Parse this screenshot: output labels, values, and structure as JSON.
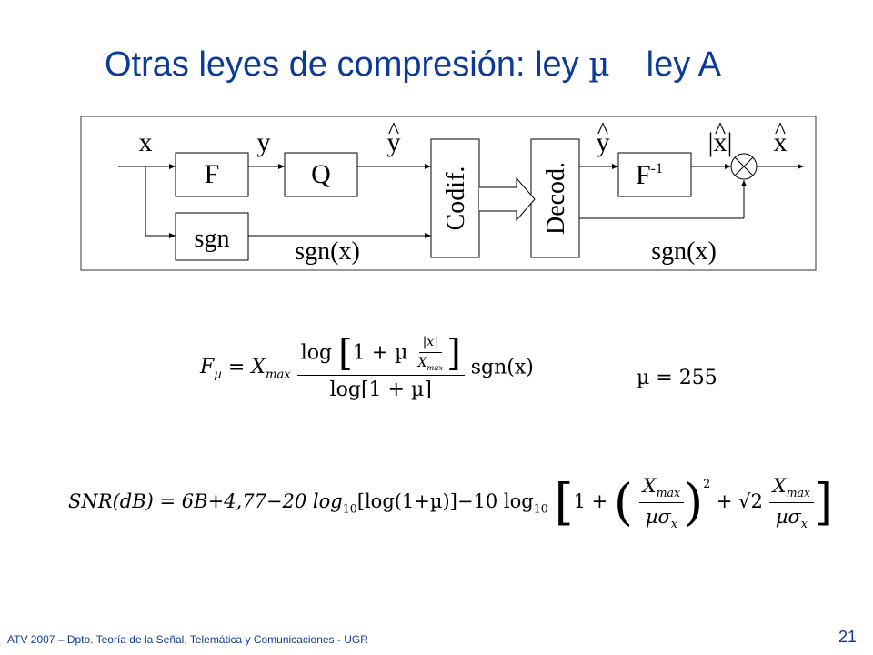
{
  "slide": {
    "title_main": "Otras leyes de compresión: ley ",
    "title_mu": "µ",
    "title_tail": "ley A",
    "footer": "ATV 2007 – Dpto. Teoría de la Señal, Telemática y Comunicaciones - UGR",
    "page_number": "21"
  },
  "diagram": {
    "blocks": {
      "f": "F",
      "q": "Q",
      "sgn": "sgn",
      "codif": "Codif.",
      "decod": "Decod.",
      "finv": "F",
      "finv_sup": "-1"
    },
    "signals": {
      "x": "x",
      "y": "y",
      "yhat": "y",
      "yhat2": "y",
      "absx": "|x|",
      "xhat": "x",
      "sgnx_left": "sgn(x)",
      "sgnx_right": "sgn(x)",
      "hat": "^"
    }
  },
  "formula1": {
    "lhs_f": "F",
    "lhs_sub": "µ",
    "eq": " = ",
    "xmax_x": "X",
    "xmax_sub": "max",
    "log": "log",
    "one_plus_mu": "1 + µ",
    "absx": "|x|",
    "den_x": "X",
    "den_sub": "max",
    "den_text": "log[1 + µ]",
    "sgn": "sgn(x)",
    "mu_eq": "µ = 255"
  },
  "formula2": {
    "lhs": "SNR(dB) = 6B+4,77−20 log",
    "sub10a": "10",
    "mid1": "[log(1+µ)]−10 log",
    "sub10b": "10",
    "one_plus": "1 + ",
    "num_x": "X",
    "num_sub": "max",
    "den_mu": "µσ",
    "den_sub": "x",
    "exp": "2",
    "plus_sqrt": " + √2",
    "num2_x": "X",
    "num2_sub": "max",
    "den2_mu": "µσ",
    "den2_sub": "x"
  }
}
